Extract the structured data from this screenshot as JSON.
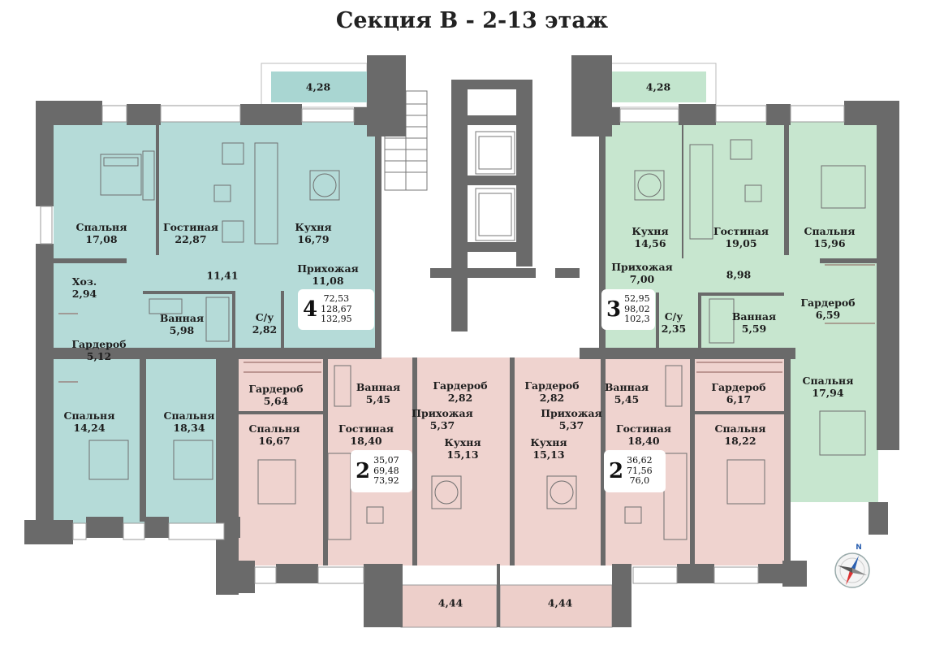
{
  "title": "Секция В - 2-13 этаж",
  "colors": {
    "teal": "#b5dbd8",
    "green": "#c7e6cf",
    "pink": "#efd3cf",
    "wall": "#6a6a6a",
    "balcony_teal": "#a9d6d2",
    "balcony_green": "#c3e5ce",
    "balcony_pink": "#edcfca"
  },
  "balconies": [
    "4,28",
    "4,28",
    "4,44",
    "4,44"
  ],
  "apt4": {
    "rooms": "4",
    "areas": [
      "72,53",
      "128,67",
      "132,95"
    ],
    "spaces": [
      {
        "name": "Спальня",
        "area": "17,08"
      },
      {
        "name": "Гостиная",
        "area": "22,87"
      },
      {
        "name": "Кухня",
        "area": "16,79"
      },
      {
        "name": "",
        "area": "11,41"
      },
      {
        "name": "Прихожая",
        "area": "11,08"
      },
      {
        "name": "Хоз.",
        "area": "2,94"
      },
      {
        "name": "Ванная",
        "area": "5,98"
      },
      {
        "name": "С/у",
        "area": "2,82"
      },
      {
        "name": "Гардероб",
        "area": "5,12"
      },
      {
        "name": "Спальня",
        "area": "14,24"
      },
      {
        "name": "Спальня",
        "area": "18,34"
      }
    ]
  },
  "apt3": {
    "rooms": "3",
    "areas": [
      "52,95",
      "98,02",
      "102,3"
    ],
    "spaces": [
      {
        "name": "Кухня",
        "area": "14,56"
      },
      {
        "name": "Гостиная",
        "area": "19,05"
      },
      {
        "name": "Спальня",
        "area": "15,96"
      },
      {
        "name": "Прихожая",
        "area": "7,00"
      },
      {
        "name": "",
        "area": "8,98"
      },
      {
        "name": "С/у",
        "area": "2,35"
      },
      {
        "name": "Ванная",
        "area": "5,59"
      },
      {
        "name": "Гардероб",
        "area": "6,59"
      },
      {
        "name": "Спальня",
        "area": "17,94"
      }
    ]
  },
  "apt2a": {
    "rooms": "2",
    "areas": [
      "35,07",
      "69,48",
      "73,92"
    ],
    "spaces": [
      {
        "name": "Гардероб",
        "area": "5,64"
      },
      {
        "name": "Ванная",
        "area": "5,45"
      },
      {
        "name": "Гардероб",
        "area": "2,82"
      },
      {
        "name": "Прихожая",
        "area": "5,37"
      },
      {
        "name": "Спальня",
        "area": "16,67"
      },
      {
        "name": "Гостиная",
        "area": "18,40"
      },
      {
        "name": "Кухня",
        "area": "15,13"
      }
    ]
  },
  "apt2b": {
    "rooms": "2",
    "areas": [
      "36,62",
      "71,56",
      "76,0"
    ],
    "spaces": [
      {
        "name": "Гардероб",
        "area": "2,82"
      },
      {
        "name": "Ванная",
        "area": "5,45"
      },
      {
        "name": "Гардероб",
        "area": "6,17"
      },
      {
        "name": "Прихожая",
        "area": "5,37"
      },
      {
        "name": "Кухня",
        "area": "15,13"
      },
      {
        "name": "Гостиная",
        "area": "18,40"
      },
      {
        "name": "Спальня",
        "area": "18,22"
      }
    ]
  },
  "compass_label": "N"
}
